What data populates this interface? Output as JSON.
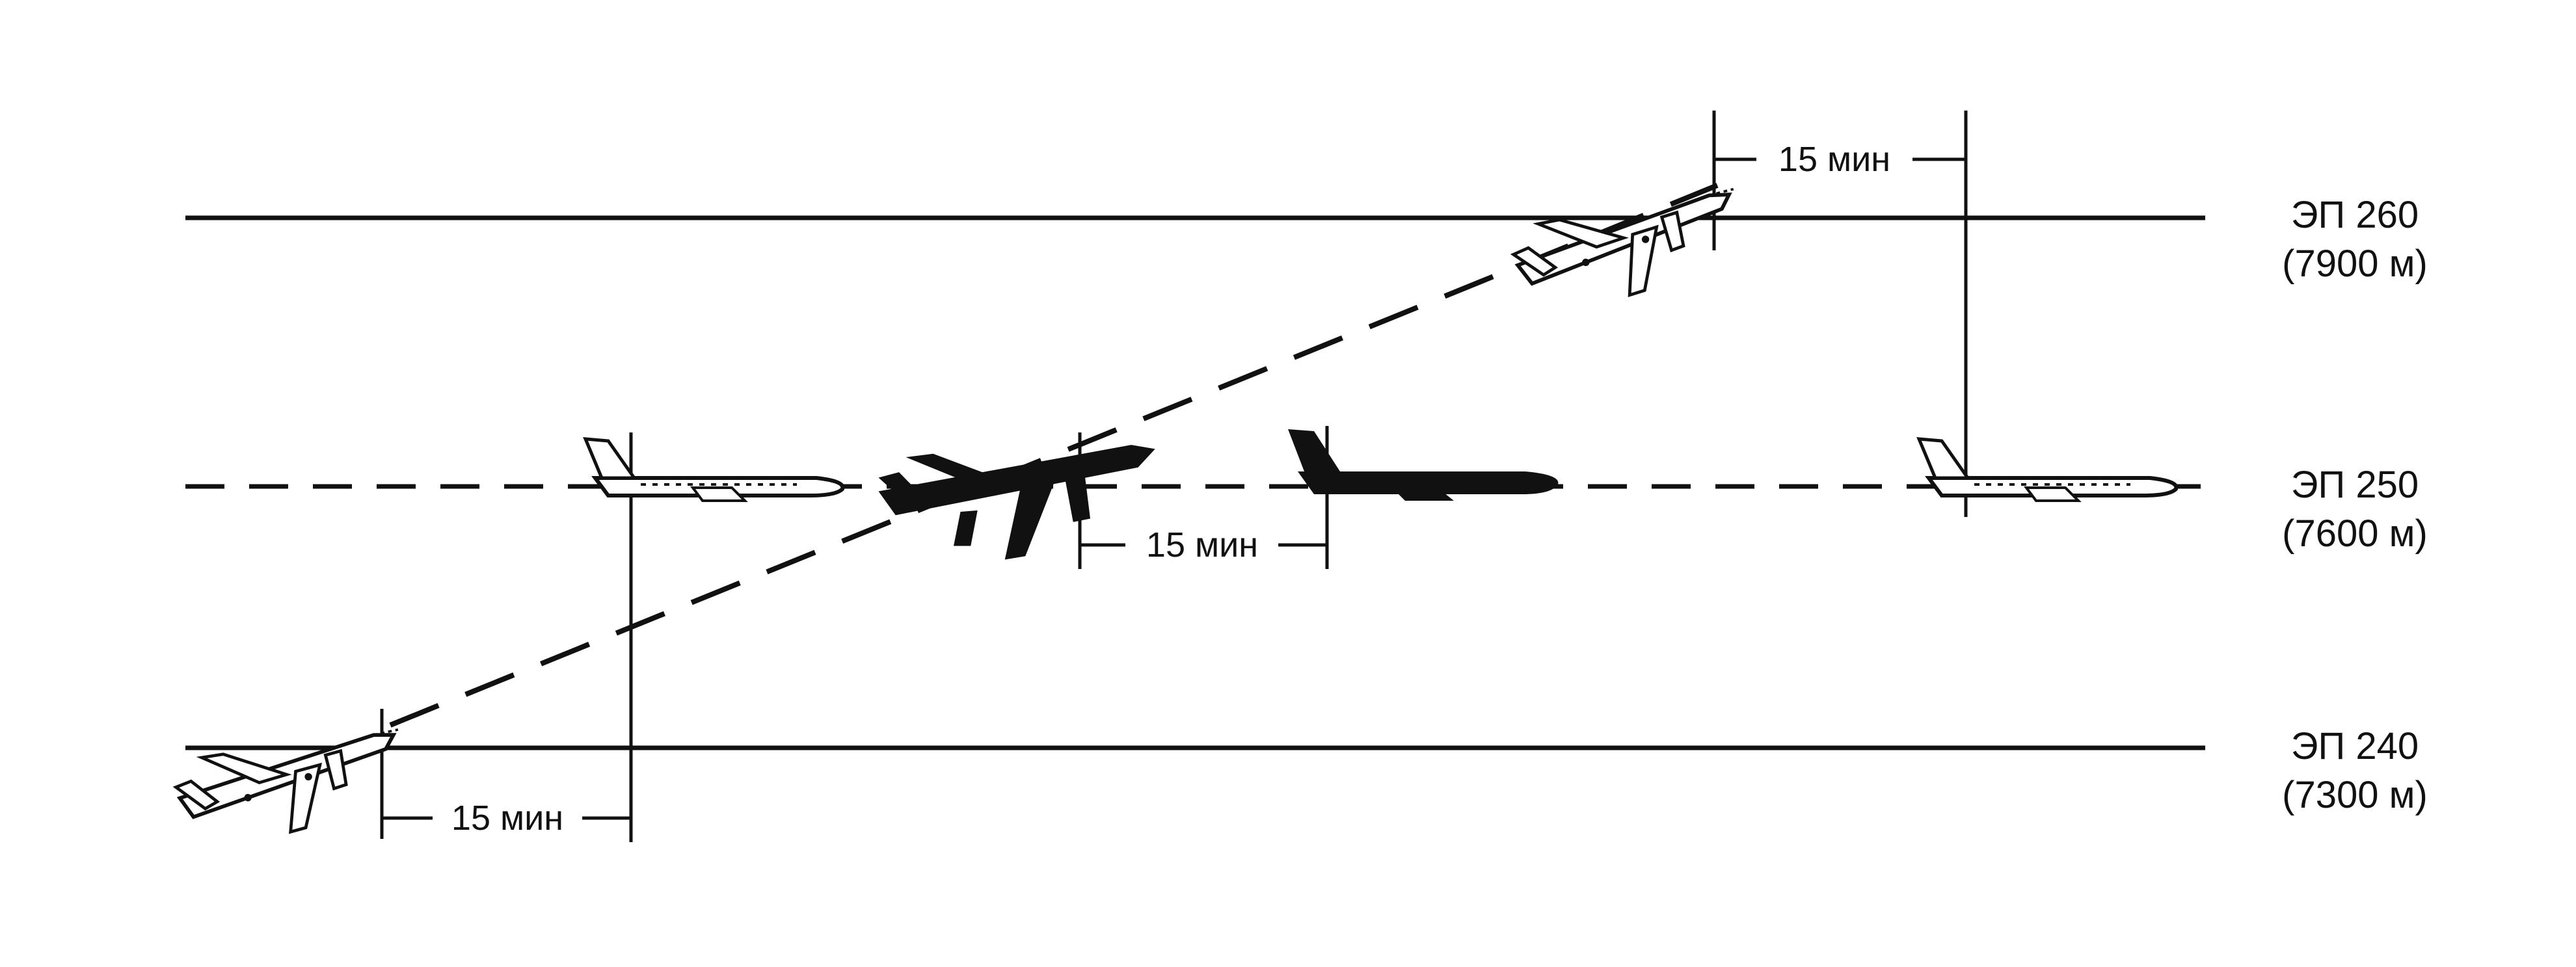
{
  "flight_levels": [
    {
      "name": "ЭП 260",
      "altitude": "(7900 м)",
      "line_style": "solid"
    },
    {
      "name": "ЭП 250",
      "altitude": "(7600 м)",
      "line_style": "dashed"
    },
    {
      "name": "ЭП 240",
      "altitude": "(7300 м)",
      "line_style": "solid"
    }
  ],
  "intervals": {
    "top": "15 мин",
    "middle": "15 мин",
    "bottom": "15 мин"
  },
  "aircraft": {
    "climbing_start": "climbing-aircraft-icon",
    "climbing_mid": "climbing-aircraft-silhouette-icon",
    "climbing_end": "climbing-aircraft-icon",
    "level_left": "level-aircraft-icon",
    "level_mid": "level-aircraft-silhouette-icon",
    "level_right": "level-aircraft-icon"
  },
  "colors": {
    "ink": "#111111",
    "background": "#ffffff"
  }
}
